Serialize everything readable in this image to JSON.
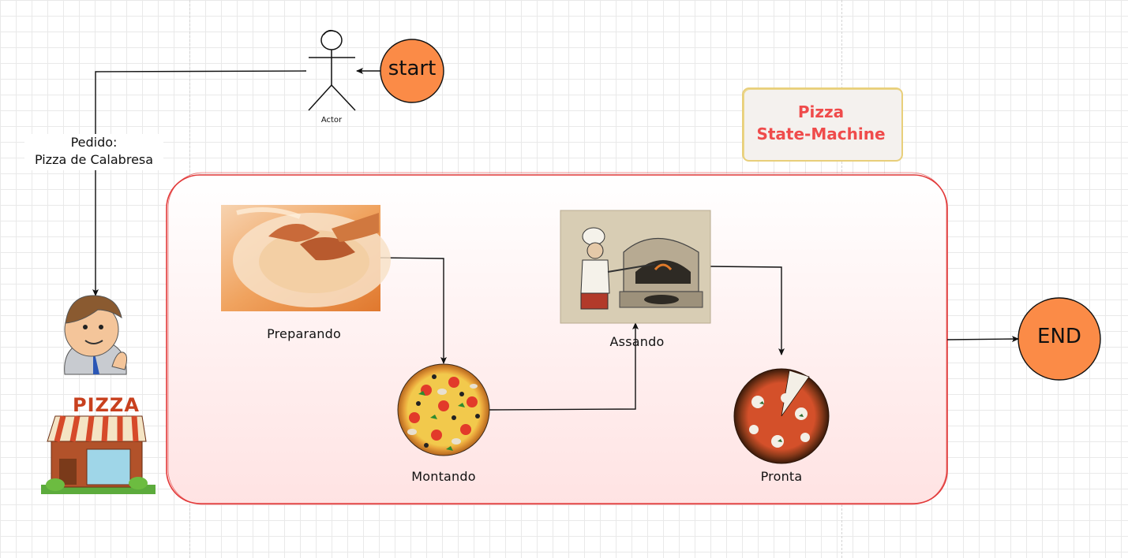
{
  "start_label": "start",
  "end_label": "END",
  "actor_label": "Actor",
  "order_label": {
    "line1": "Pedido:",
    "line2": "Pizza de Calabresa"
  },
  "title": {
    "line1": "Pizza",
    "line2": "State-Machine"
  },
  "states": [
    {
      "label": "Preparando"
    },
    {
      "label": "Montando"
    },
    {
      "label": "Assando"
    },
    {
      "label": "Pronta"
    }
  ],
  "shop_sign": "PIZZA",
  "colors": {
    "circle_fill": "#fb8b47",
    "container_border": "#e23a3a",
    "container_fill": "#ffeaea",
    "title_text": "#ef4b4b",
    "title_border": "#e8cf7a"
  }
}
